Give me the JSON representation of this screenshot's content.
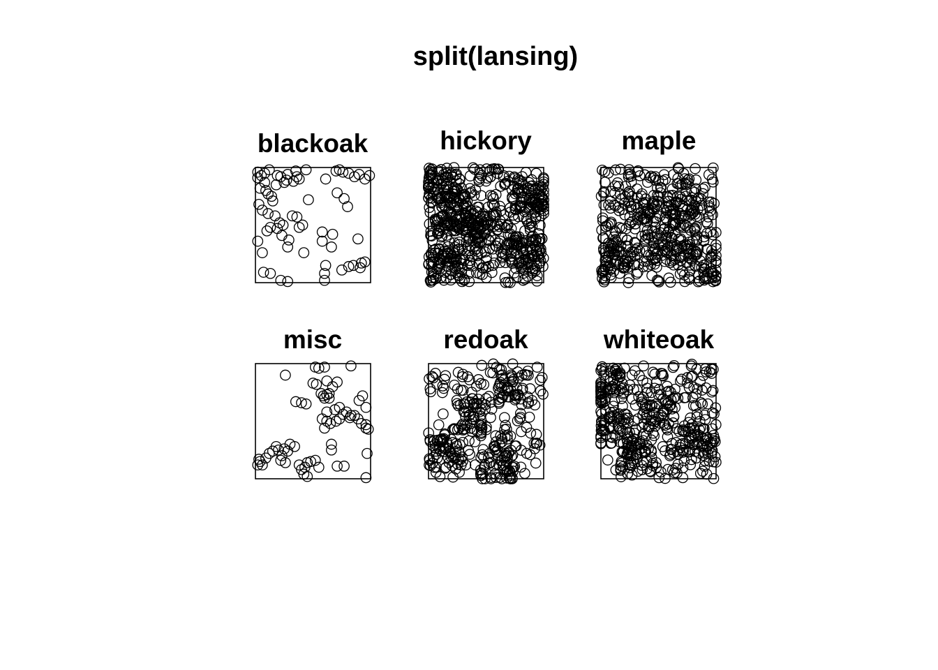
{
  "title": "split(lansing)",
  "colors": {
    "background": "#ffffff",
    "points": "#000000",
    "frame": "#000000"
  },
  "chart_data": [
    {
      "type": "scatter",
      "title": "blackoak",
      "xlim": [
        0,
        1
      ],
      "ylim": [
        0,
        1
      ],
      "grid": false,
      "points": [
        [
          0.02,
          0.96
        ],
        [
          0.05,
          0.93
        ],
        [
          0.08,
          0.95
        ],
        [
          0.12,
          0.98
        ],
        [
          0.19,
          0.93
        ],
        [
          0.22,
          0.92
        ],
        [
          0.25,
          0.87
        ],
        [
          0.28,
          0.94
        ],
        [
          0.35,
          0.97
        ],
        [
          0.44,
          0.98
        ],
        [
          0.61,
          0.9
        ],
        [
          0.7,
          0.97
        ],
        [
          0.73,
          0.98
        ],
        [
          0.76,
          0.96
        ],
        [
          0.81,
          0.95
        ],
        [
          0.86,
          0.92
        ],
        [
          0.9,
          0.94
        ],
        [
          0.95,
          0.9
        ],
        [
          0.99,
          0.93
        ],
        [
          0.04,
          0.82
        ],
        [
          0.09,
          0.8
        ],
        [
          0.11,
          0.77
        ],
        [
          0.15,
          0.71
        ],
        [
          0.03,
          0.68
        ],
        [
          0.06,
          0.63
        ],
        [
          0.11,
          0.6
        ],
        [
          0.17,
          0.58
        ],
        [
          0.21,
          0.52
        ],
        [
          0.13,
          0.48
        ],
        [
          0.1,
          0.45
        ],
        [
          0.19,
          0.47
        ],
        [
          0.24,
          0.5
        ],
        [
          0.32,
          0.58
        ],
        [
          0.36,
          0.57
        ],
        [
          0.38,
          0.48
        ],
        [
          0.41,
          0.5
        ],
        [
          0.29,
          0.37
        ],
        [
          0.28,
          0.31
        ],
        [
          0.23,
          0.41
        ],
        [
          0.02,
          0.36
        ],
        [
          0.06,
          0.26
        ],
        [
          0.42,
          0.26
        ],
        [
          0.58,
          0.44
        ],
        [
          0.67,
          0.42
        ],
        [
          0.58,
          0.36
        ],
        [
          0.66,
          0.31
        ],
        [
          0.89,
          0.38
        ],
        [
          0.61,
          0.15
        ],
        [
          0.6,
          0.08
        ],
        [
          0.6,
          0.02
        ],
        [
          0.75,
          0.11
        ],
        [
          0.81,
          0.14
        ],
        [
          0.85,
          0.15
        ],
        [
          0.91,
          0.13
        ],
        [
          0.92,
          0.17
        ],
        [
          0.95,
          0.18
        ],
        [
          0.07,
          0.09
        ],
        [
          0.13,
          0.08
        ],
        [
          0.22,
          0.02
        ],
        [
          0.28,
          0.01
        ],
        [
          0.71,
          0.78
        ],
        [
          0.77,
          0.73
        ],
        [
          0.8,
          0.66
        ],
        [
          0.46,
          0.72
        ],
        [
          0.18,
          0.85
        ],
        [
          0.02,
          0.91
        ],
        [
          0.08,
          0.87
        ],
        [
          0.14,
          0.75
        ],
        [
          0.33,
          0.88
        ],
        [
          0.36,
          0.92
        ],
        [
          0.38,
          0.9
        ],
        [
          0.27,
          0.89
        ]
      ]
    },
    {
      "type": "scatter",
      "title": "hickory",
      "xlim": [
        0,
        1
      ],
      "ylim": [
        0,
        1
      ],
      "grid": false,
      "n_points": 703
    },
    {
      "type": "scatter",
      "title": "maple",
      "xlim": [
        0,
        1
      ],
      "ylim": [
        0,
        1
      ],
      "grid": false,
      "n_points": 514
    },
    {
      "type": "scatter",
      "title": "misc",
      "xlim": [
        0,
        1
      ],
      "ylim": [
        0,
        1
      ],
      "grid": false,
      "points": [
        [
          0.52,
          0.97
        ],
        [
          0.55,
          0.96
        ],
        [
          0.6,
          0.97
        ],
        [
          0.83,
          0.98
        ],
        [
          0.53,
          0.82
        ],
        [
          0.62,
          0.85
        ],
        [
          0.67,
          0.8
        ],
        [
          0.71,
          0.84
        ],
        [
          0.57,
          0.74
        ],
        [
          0.59,
          0.72
        ],
        [
          0.62,
          0.73
        ],
        [
          0.64,
          0.7
        ],
        [
          0.6,
          0.7
        ],
        [
          0.64,
          0.74
        ],
        [
          0.35,
          0.67
        ],
        [
          0.4,
          0.66
        ],
        [
          0.44,
          0.65
        ],
        [
          0.62,
          0.58
        ],
        [
          0.69,
          0.6
        ],
        [
          0.73,
          0.62
        ],
        [
          0.76,
          0.56
        ],
        [
          0.79,
          0.58
        ],
        [
          0.82,
          0.53
        ],
        [
          0.86,
          0.55
        ],
        [
          0.89,
          0.52
        ],
        [
          0.92,
          0.48
        ],
        [
          0.96,
          0.44
        ],
        [
          0.98,
          0.43
        ],
        [
          0.96,
          0.47
        ],
        [
          0.58,
          0.52
        ],
        [
          0.62,
          0.5
        ],
        [
          0.65,
          0.48
        ],
        [
          0.7,
          0.5
        ],
        [
          0.73,
          0.52
        ],
        [
          0.6,
          0.44
        ],
        [
          0.9,
          0.68
        ],
        [
          0.93,
          0.72
        ],
        [
          0.96,
          0.62
        ],
        [
          0.66,
          0.3
        ],
        [
          0.66,
          0.25
        ],
        [
          0.02,
          0.12
        ],
        [
          0.04,
          0.15
        ],
        [
          0.03,
          0.17
        ],
        [
          0.06,
          0.12
        ],
        [
          0.09,
          0.18
        ],
        [
          0.12,
          0.22
        ],
        [
          0.15,
          0.24
        ],
        [
          0.18,
          0.28
        ],
        [
          0.2,
          0.25
        ],
        [
          0.23,
          0.2
        ],
        [
          0.25,
          0.26
        ],
        [
          0.28,
          0.24
        ],
        [
          0.3,
          0.3
        ],
        [
          0.34,
          0.28
        ],
        [
          0.22,
          0.16
        ],
        [
          0.26,
          0.14
        ],
        [
          0.38,
          0.12
        ],
        [
          0.4,
          0.08
        ],
        [
          0.43,
          0.1
        ],
        [
          0.45,
          0.14
        ],
        [
          0.48,
          0.15
        ],
        [
          0.52,
          0.16
        ],
        [
          0.55,
          0.1
        ],
        [
          0.42,
          0.04
        ],
        [
          0.45,
          0.02
        ],
        [
          0.71,
          0.11
        ],
        [
          0.77,
          0.11
        ],
        [
          0.97,
          0.22
        ],
        [
          0.96,
          0.01
        ],
        [
          0.26,
          0.9
        ],
        [
          0.5,
          0.83
        ],
        [
          0.83,
          0.55
        ]
      ]
    },
    {
      "type": "scatter",
      "title": "redoak",
      "xlim": [
        0,
        1
      ],
      "ylim": [
        0,
        1
      ],
      "grid": false,
      "n_points": 346
    },
    {
      "type": "scatter",
      "title": "whiteoak",
      "xlim": [
        0,
        1
      ],
      "ylim": [
        0,
        1
      ],
      "grid": false,
      "n_points": 448
    }
  ]
}
